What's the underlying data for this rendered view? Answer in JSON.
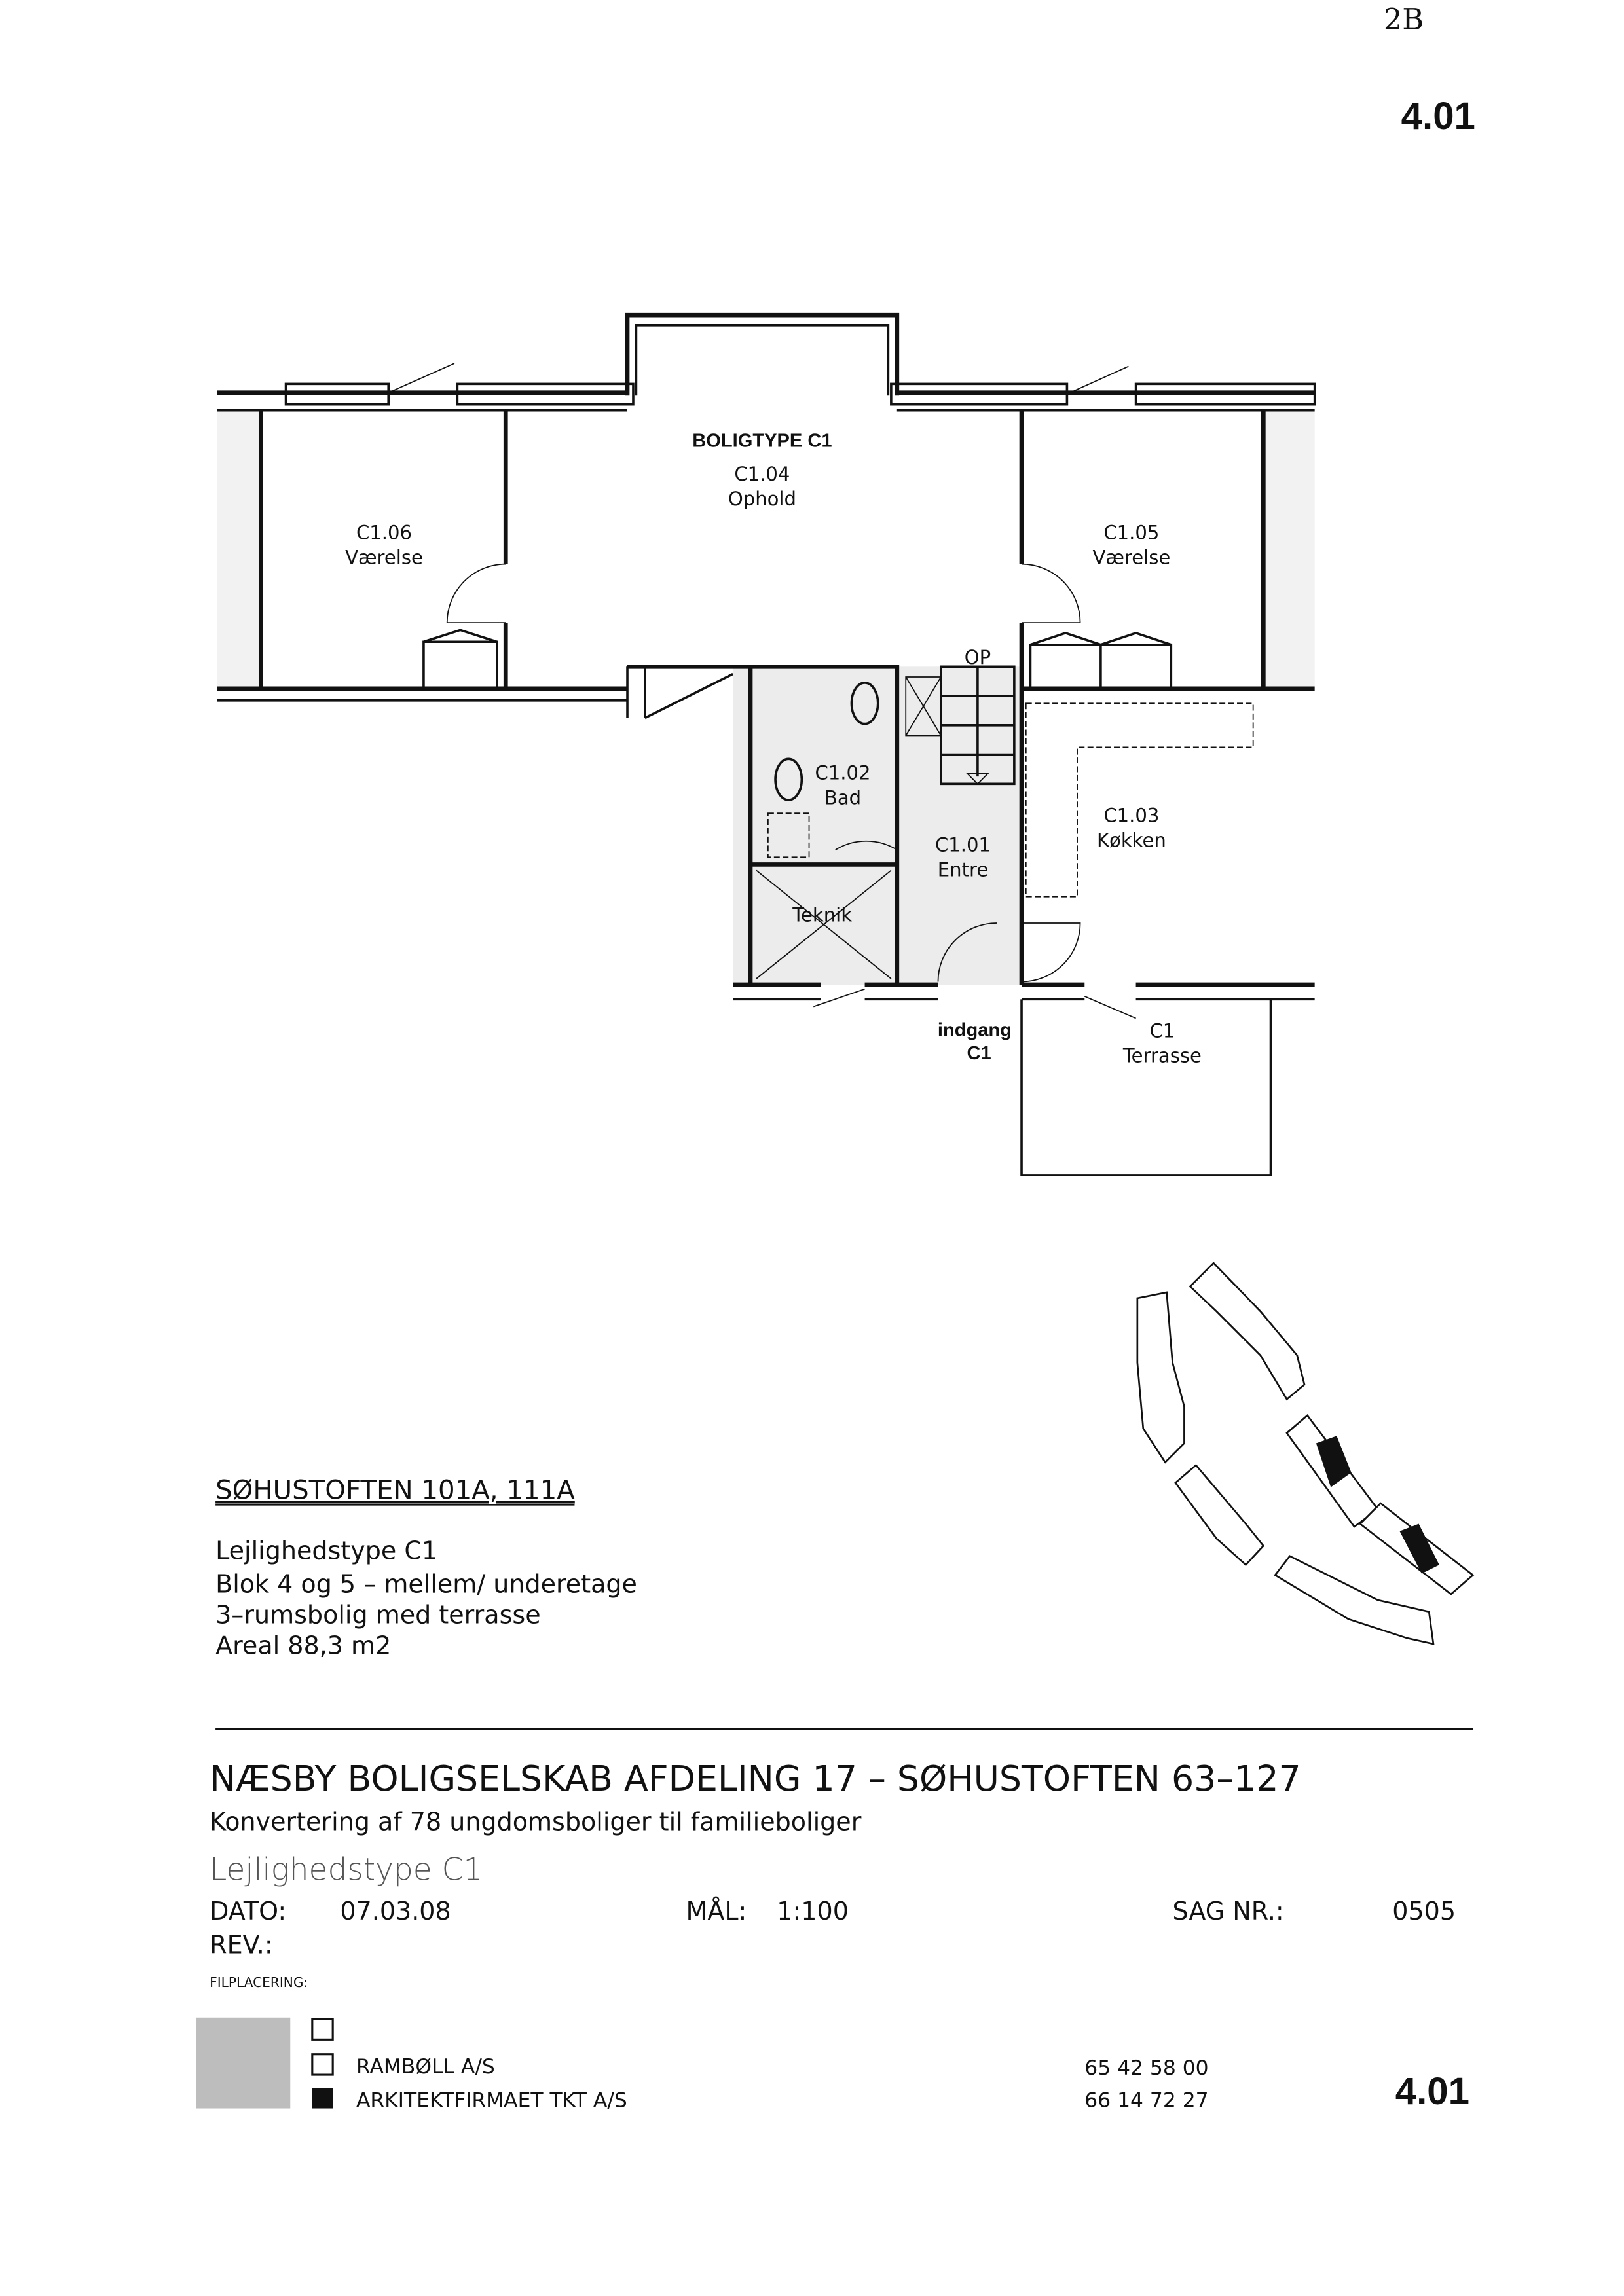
{
  "page": {
    "handwritten_note": "2B",
    "sheet_number_top": "4.01",
    "sheet_number_bottom": "4.01"
  },
  "plan": {
    "title": "BOLIGTYPE C1",
    "rooms": [
      {
        "id": "C1.04",
        "name": "Ophold"
      },
      {
        "id": "C1.06",
        "name": "Værelse"
      },
      {
        "id": "C1.05",
        "name": "Værelse"
      },
      {
        "id": "C1.02",
        "name": "Bad"
      },
      {
        "id": "C1.01",
        "name": "Entre"
      },
      {
        "id": "C1.03",
        "name": "Køkken"
      },
      {
        "id": "",
        "name": "Teknik"
      },
      {
        "id": "C1",
        "name": "Terrasse"
      }
    ],
    "stair_label": "OP",
    "entrance": {
      "line1": "indgang",
      "line2": "C1"
    }
  },
  "info": {
    "address": "SØHUSTOFTEN 101A, 111A",
    "lines": [
      "Lejlighedstype C1",
      "Blok 4 og 5 – mellem/ underetage",
      "3–rumsbolig med terrasse",
      "Areal 88,3 m2"
    ]
  },
  "titleblock": {
    "project": "NÆSBY BOLIGSELSKAB AFDELING 17 – SØHUSTOFTEN 63–127",
    "subtitle": "Konvertering af 78 ungdomsboliger til familieboliger",
    "drawing": "Lejlighedstype C1",
    "date_label": "DATO:",
    "date": "07.03.08",
    "scale_label": "MÅL:",
    "scale": "1:100",
    "case_label": "SAG NR.:",
    "case": "0505",
    "rev_label": "REV.:",
    "file_label": "FILPLACERING:",
    "firms": [
      {
        "name": "",
        "phone": "",
        "checked": false
      },
      {
        "name": "RAMBØLL A/S",
        "phone": "65 42 58 00",
        "checked": false
      },
      {
        "name": "ARKITEKTFIRMAET TKT A/S",
        "phone": "66 14 72 27",
        "checked": true
      }
    ]
  }
}
